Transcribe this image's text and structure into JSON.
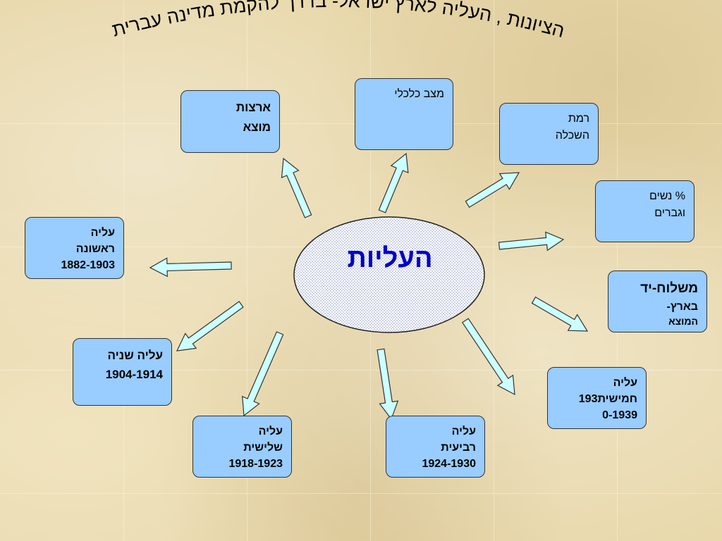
{
  "title": "הציונות , העליה לארץ ישראל- בדרך להקמת מדינה עברית",
  "center": {
    "label": "העליות"
  },
  "boxes": {
    "origin_countries": {
      "lines": [
        "ארצות",
        "מוצא"
      ]
    },
    "economic_status": {
      "lines": [
        "מצב כלכלי"
      ]
    },
    "education_level": {
      "lines": [
        "רמת",
        "השכלה"
      ]
    },
    "women_men_percent": {
      "lines": [
        "%  נשים",
        "וגברים"
      ]
    },
    "mission": {
      "lines": [
        "משלוח-יד",
        "בארץ-",
        "המוצא"
      ]
    },
    "aliyah_first": {
      "lines": [
        "עליה",
        "ראשונה",
        "1882-1903"
      ]
    },
    "aliyah_second": {
      "lines": [
        "עליה שניה",
        "1904-1914"
      ]
    },
    "aliyah_third": {
      "lines": [
        "עליה",
        "שלישית",
        "1918-1923"
      ]
    },
    "aliyah_fourth": {
      "lines": [
        "עליה",
        "רביעית",
        "1924-1930"
      ]
    },
    "aliyah_fifth": {
      "lines": [
        "עליה",
        "חמישית193",
        "0-1939"
      ]
    }
  },
  "colors": {
    "box_fill": "#99ccff",
    "arrow_fill": "#ccffff",
    "center_text": "#0000cc",
    "title_text": "#000000"
  }
}
